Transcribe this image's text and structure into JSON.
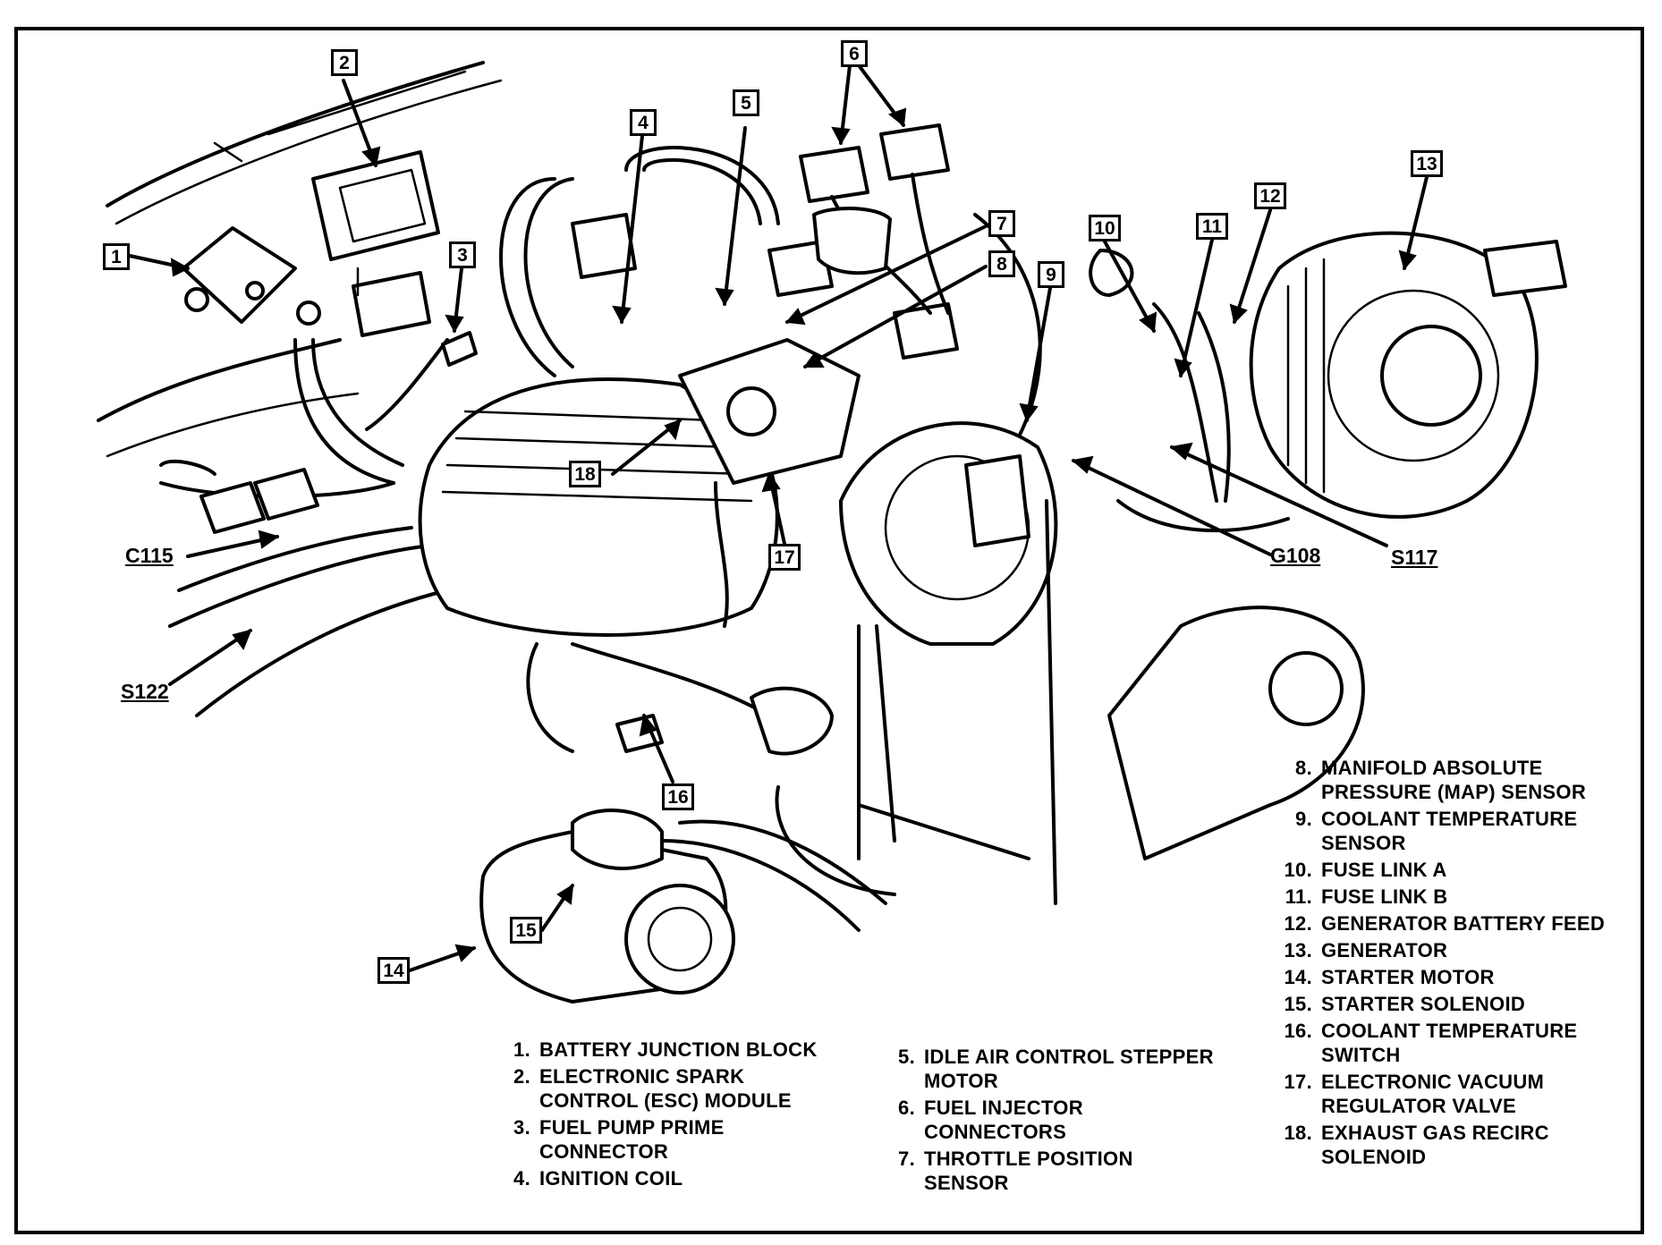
{
  "callouts": {
    "c1": "1",
    "c2": "2",
    "c3": "3",
    "c4": "4",
    "c5": "5",
    "c6": "6",
    "c7": "7",
    "c8": "8",
    "c9": "9",
    "c10": "10",
    "c11": "11",
    "c12": "12",
    "c13": "13",
    "c14": "14",
    "c15": "15",
    "c16": "16",
    "c17": "17",
    "c18": "18"
  },
  "connectors": {
    "c115": "C115",
    "s122": "S122",
    "g108": "G108",
    "s117": "S117"
  },
  "legend": {
    "col1": [
      {
        "num": "1.",
        "text": "BATTERY JUNCTION BLOCK"
      },
      {
        "num": "2.",
        "text": "ELECTRONIC SPARK\nCONTROL (ESC) MODULE"
      },
      {
        "num": "3.",
        "text": "FUEL PUMP PRIME\nCONNECTOR"
      },
      {
        "num": "4.",
        "text": "IGNITION COIL"
      }
    ],
    "col2": [
      {
        "num": "5.",
        "text": "IDLE AIR CONTROL STEPPER\nMOTOR"
      },
      {
        "num": "6.",
        "text": "FUEL INJECTOR\nCONNECTORS"
      },
      {
        "num": "7.",
        "text": "THROTTLE POSITION\nSENSOR"
      }
    ],
    "col3": [
      {
        "num": "8.",
        "text": "MANIFOLD ABSOLUTE\nPRESSURE (MAP) SENSOR"
      },
      {
        "num": "9.",
        "text": "COOLANT TEMPERATURE\nSENSOR"
      },
      {
        "num": "10.",
        "text": "FUSE LINK A"
      },
      {
        "num": "11.",
        "text": "FUSE LINK B"
      },
      {
        "num": "12.",
        "text": "GENERATOR BATTERY FEED"
      },
      {
        "num": "13.",
        "text": "GENERATOR"
      },
      {
        "num": "14.",
        "text": "STARTER MOTOR"
      },
      {
        "num": "15.",
        "text": "STARTER SOLENOID"
      },
      {
        "num": "16.",
        "text": "COOLANT TEMPERATURE\nSWITCH"
      },
      {
        "num": "17.",
        "text": "ELECTRONIC VACUUM\nREGULATOR VALVE"
      },
      {
        "num": "18.",
        "text": "EXHAUST GAS RECIRC\nSOLENOID"
      }
    ]
  }
}
